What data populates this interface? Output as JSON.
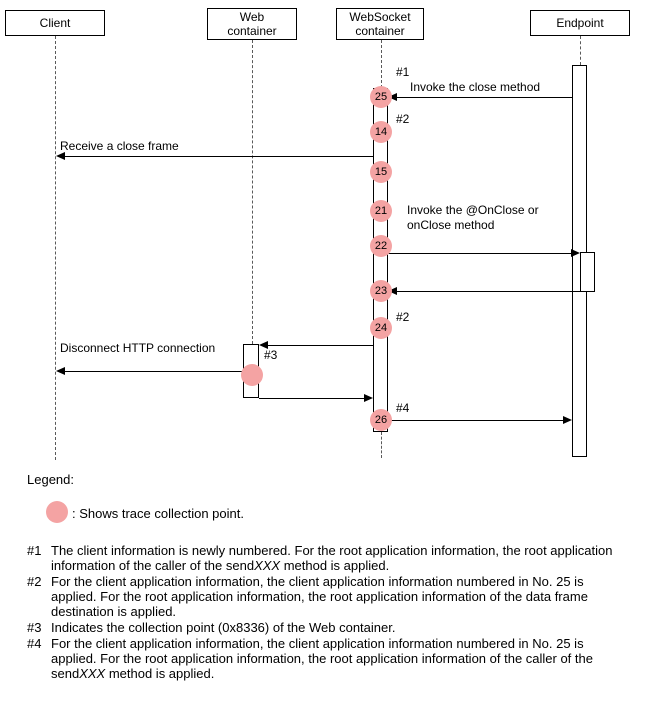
{
  "colors": {
    "trace_point": "#f4a3a3"
  },
  "diagram": {
    "actors": [
      {
        "label": "Client"
      },
      {
        "label": "Web\ncontainer"
      },
      {
        "label": "WebSocket\ncontainer"
      },
      {
        "label": "Endpoint"
      }
    ],
    "messages": {
      "invoke_close": "Invoke the close method",
      "receive_close_frame": "Receive a close frame",
      "invoke_onclose": "Invoke the @OnClose or\nonClose method",
      "disconnect_http": "Disconnect HTTP connection"
    },
    "annotations": {
      "n1": "#1",
      "n2": "#2",
      "n3": "#3",
      "n4": "#4"
    },
    "trace_points": {
      "p25": "25",
      "p14": "14",
      "p15": "15",
      "p21": "21",
      "p22": "22",
      "p23": "23",
      "p24": "24",
      "p26": "26"
    }
  },
  "legend": {
    "title": "Legend:",
    "description": ": Shows trace collection point."
  },
  "notes": [
    {
      "num": "#1",
      "pre": "The client information is newly numbered. For the root application information, the root application information of the caller of the send",
      "italic": "XXX",
      "post": " method is applied."
    },
    {
      "num": "#2",
      "pre": "For the client application information, the client application information numbered in No. 25 is applied. For the root application information, the root application information of the data frame destination is applied.",
      "italic": "",
      "post": ""
    },
    {
      "num": "#3",
      "pre": "Indicates the collection point (0x8336) of the Web container.",
      "italic": "",
      "post": ""
    },
    {
      "num": "#4",
      "pre": "For the client application information, the client application information numbered in No. 25 is applied. For the root application information, the root application information of the caller of the send",
      "italic": "XXX",
      "post": " method is applied."
    }
  ]
}
